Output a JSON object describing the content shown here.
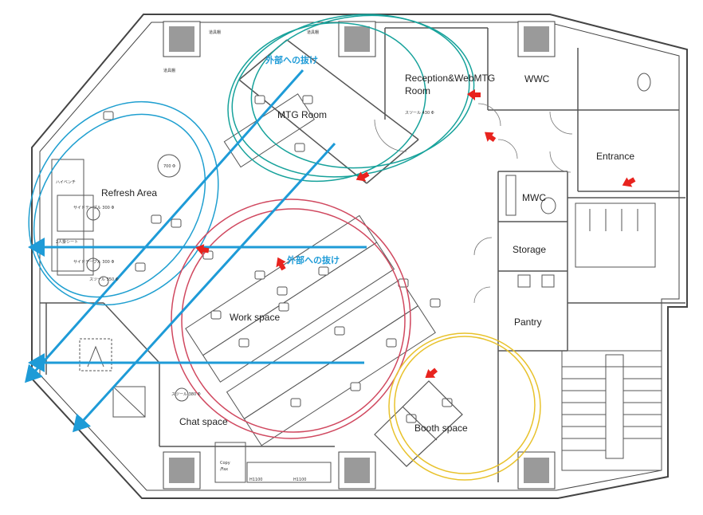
{
  "rooms": {
    "mtg_room": "MTG Room",
    "reception": [
      "Reception&WebMTG",
      "Room"
    ],
    "wwc": "WWC",
    "mwc": "MWC",
    "entrance": "Entrance",
    "storage": "Storage",
    "pantry": "Pantry",
    "refresh_area": "Refresh Area",
    "work_space": "Work space",
    "chat_space": "Chat space",
    "booth_space": "Booth space"
  },
  "exit_labels": {
    "top": "外部への抜け",
    "center": "外部への抜け"
  },
  "furniture": {
    "tool_shelf_1": "道具棚",
    "tool_shelf_2": "道具棚",
    "tool_shelf_3": "道具棚",
    "stool_430": "スツール 430 Φ",
    "table_700": "700 Φ",
    "high_bench": "ハイベンチ",
    "side_table_1": "サイドテーブル 300 Φ",
    "side_table_2": "サイドテーブル 300 Φ",
    "stool_380": "スツール 380 Φ",
    "stool_350": "スツール 350 Φ",
    "sofa_sheet": "2人掛シート",
    "copy_fax": [
      "Copy",
      "/Fax"
    ],
    "h1100_a": "H1100",
    "h1100_b": "H1100"
  },
  "colors": {
    "refresh_zone": "#1f9fd0",
    "mtg_zone": "#17a29b",
    "work_zone": "#d0485f",
    "booth_zone": "#e8c22c",
    "flow_arrow": "#1e9bd7",
    "entry_marker": "#e8231e",
    "column": "#9a9a9a"
  }
}
